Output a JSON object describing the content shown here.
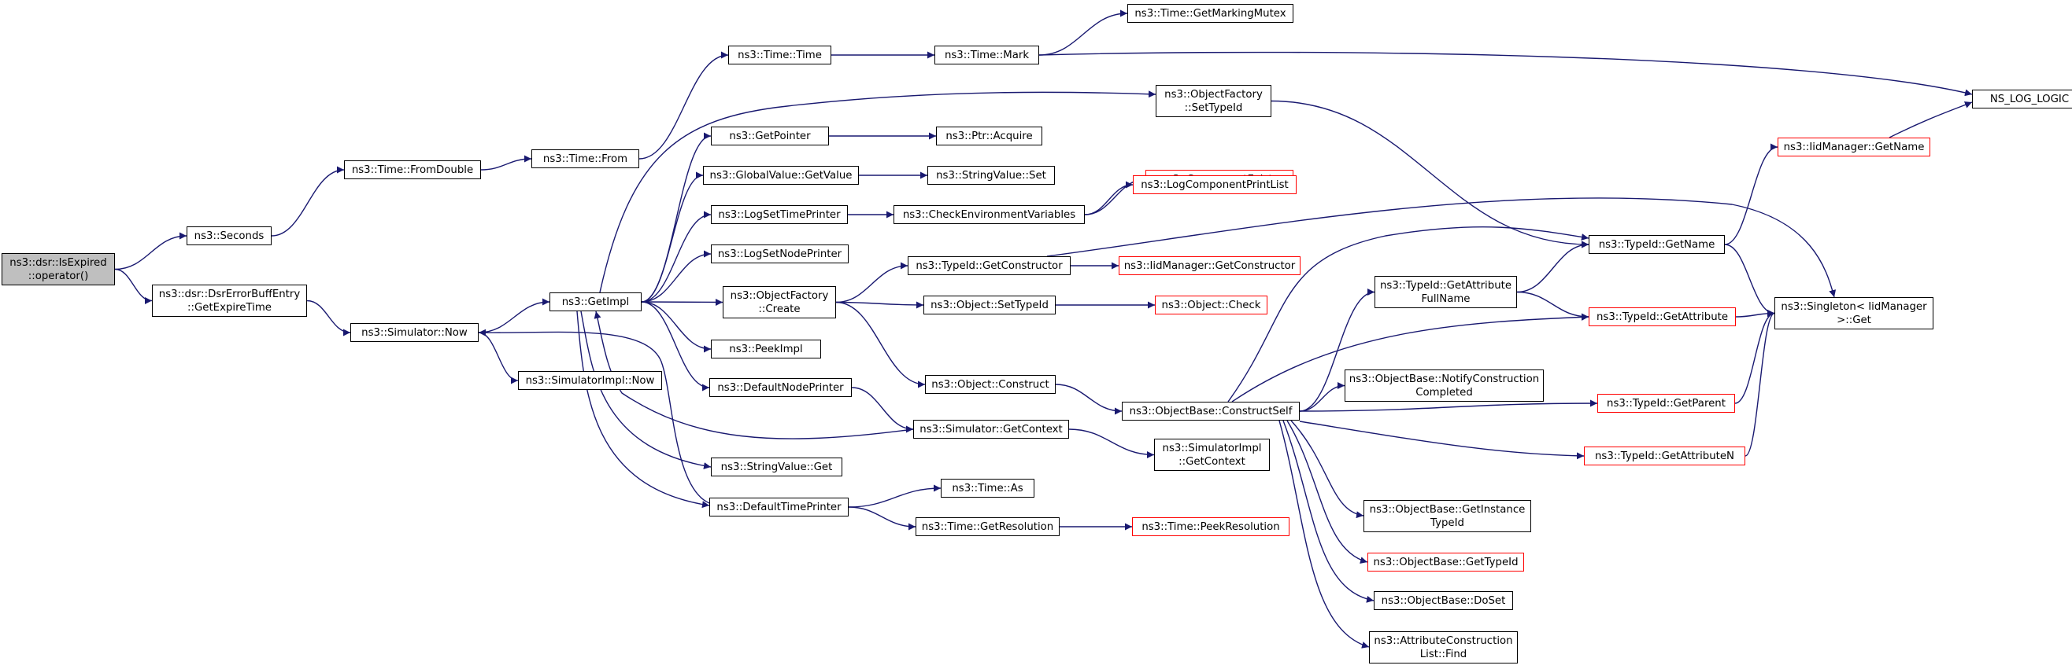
{
  "colors": {
    "edge": "#191970",
    "node_border": "#000000",
    "node_border_truncated": "#ff0000",
    "root_fill": "#bfbfbf"
  },
  "nodes": {
    "n0": {
      "lines": [
        "ns3::dsr::IsExpired",
        "::operator()"
      ],
      "style": "root"
    },
    "n1": {
      "lines": [
        "ns3::Seconds"
      ]
    },
    "n2": {
      "lines": [
        "ns3::dsr::DsrErrorBuffEntry",
        "::GetExpireTime"
      ]
    },
    "n3": {
      "lines": [
        "ns3::Time::FromDouble"
      ]
    },
    "n4": {
      "lines": [
        "ns3::Time::From"
      ]
    },
    "n5": {
      "lines": [
        "ns3::Time::Time"
      ]
    },
    "n6": {
      "lines": [
        "ns3::Time::Mark"
      ]
    },
    "n7": {
      "lines": [
        "ns3::Time::GetMarkingMutex"
      ]
    },
    "n8": {
      "lines": [
        "NS_LOG_LOGIC"
      ]
    },
    "n9": {
      "lines": [
        "ns3::Simulator::Now"
      ]
    },
    "n10": {
      "lines": [
        "ns3::SimulatorImpl::Now"
      ]
    },
    "n11": {
      "lines": [
        "ns3::GetImpl"
      ]
    },
    "n12": {
      "lines": [
        "ns3::ObjectFactory",
        "::SetTypeId"
      ]
    },
    "n13": {
      "lines": [
        "ns3::GetPointer"
      ]
    },
    "n14": {
      "lines": [
        "ns3::Ptr::Acquire"
      ]
    },
    "n15": {
      "lines": [
        "ns3::GlobalValue::GetValue"
      ]
    },
    "n16": {
      "lines": [
        "ns3::StringValue::Set"
      ]
    },
    "n17": {
      "lines": [
        "ns3::LogSetTimePrinter"
      ]
    },
    "n18": {
      "lines": [
        "ns3::CheckEnvironmentVariables"
      ]
    },
    "n19": {
      "lines": [
        "ns3::ComponentExists"
      ],
      "style": "red"
    },
    "n20": {
      "lines": [
        "ns3::LogComponentPrintList"
      ],
      "style": "red"
    },
    "n21": {
      "lines": [
        "ns3::LogSetNodePrinter"
      ]
    },
    "n22": {
      "lines": [
        "ns3::ObjectFactory",
        "::Create"
      ]
    },
    "n23": {
      "lines": [
        "ns3::TypeId::GetConstructor"
      ]
    },
    "n24": {
      "lines": [
        "ns3::IidManager::GetConstructor"
      ],
      "style": "red"
    },
    "n25": {
      "lines": [
        "ns3::Object::SetTypeId"
      ]
    },
    "n26": {
      "lines": [
        "ns3::Object::Check"
      ],
      "style": "red"
    },
    "n27": {
      "lines": [
        "ns3::PeekImpl"
      ]
    },
    "n28": {
      "lines": [
        "ns3::DefaultNodePrinter"
      ]
    },
    "n29": {
      "lines": [
        "ns3::Object::Construct"
      ]
    },
    "n30": {
      "lines": [
        "ns3::Simulator::GetContext"
      ]
    },
    "n31": {
      "lines": [
        "ns3::SimulatorImpl",
        "::GetContext"
      ]
    },
    "n32": {
      "lines": [
        "ns3::StringValue::Get"
      ]
    },
    "n33": {
      "lines": [
        "ns3::DefaultTimePrinter"
      ]
    },
    "n34": {
      "lines": [
        "ns3::Time::As"
      ]
    },
    "n35": {
      "lines": [
        "ns3::Time::GetResolution"
      ]
    },
    "n36": {
      "lines": [
        "ns3::Time::PeekResolution"
      ],
      "style": "red"
    },
    "n37": {
      "lines": [
        "ns3::ObjectBase::ConstructSelf"
      ]
    },
    "n38": {
      "lines": [
        "ns3::TypeId::GetAttribute",
        "FullName"
      ]
    },
    "n39": {
      "lines": [
        "ns3::TypeId::GetName"
      ]
    },
    "n40": {
      "lines": [
        "ns3::IidManager::GetName"
      ],
      "style": "red"
    },
    "n41": {
      "lines": [
        "ns3::Singleton< IidManager",
        " >::Get"
      ]
    },
    "n42": {
      "lines": [
        "ns3::TypeId::GetAttribute"
      ],
      "style": "red"
    },
    "n43": {
      "lines": [
        "ns3::ObjectBase::NotifyConstruction",
        "Completed"
      ]
    },
    "n44": {
      "lines": [
        "ns3::TypeId::GetParent"
      ],
      "style": "red"
    },
    "n45": {
      "lines": [
        "ns3::TypeId::GetAttributeN"
      ],
      "style": "red"
    },
    "n46": {
      "lines": [
        "ns3::ObjectBase::GetInstance",
        "TypeId"
      ]
    },
    "n47": {
      "lines": [
        "ns3::ObjectBase::GetTypeId"
      ],
      "style": "red"
    },
    "n48": {
      "lines": [
        "ns3::ObjectBase::DoSet"
      ]
    },
    "n49": {
      "lines": [
        "ns3::AttributeConstruction",
        "List::Find"
      ]
    }
  },
  "edges": [
    [
      "n0",
      "n1"
    ],
    [
      "n0",
      "n2"
    ],
    [
      "n1",
      "n3"
    ],
    [
      "n3",
      "n4"
    ],
    [
      "n4",
      "n5"
    ],
    [
      "n5",
      "n6"
    ],
    [
      "n6",
      "n7"
    ],
    [
      "n6",
      "n8"
    ],
    [
      "n2",
      "n9"
    ],
    [
      "n9",
      "n10"
    ],
    [
      "n9",
      "n11"
    ],
    [
      "n11",
      "n12"
    ],
    [
      "n11",
      "n13"
    ],
    [
      "n11",
      "n15"
    ],
    [
      "n11",
      "n17"
    ],
    [
      "n11",
      "n21"
    ],
    [
      "n11",
      "n22"
    ],
    [
      "n11",
      "n27"
    ],
    [
      "n11",
      "n28"
    ],
    [
      "n11",
      "n32"
    ],
    [
      "n11",
      "n33"
    ],
    [
      "n12",
      "n39"
    ],
    [
      "n13",
      "n14"
    ],
    [
      "n15",
      "n16"
    ],
    [
      "n17",
      "n18"
    ],
    [
      "n18",
      "n19"
    ],
    [
      "n18",
      "n20"
    ],
    [
      "n22",
      "n23"
    ],
    [
      "n22",
      "n25"
    ],
    [
      "n22",
      "n29"
    ],
    [
      "n23",
      "n24"
    ],
    [
      "n23",
      "n41"
    ],
    [
      "n25",
      "n26"
    ],
    [
      "n28",
      "n30"
    ],
    [
      "n30",
      "n11"
    ],
    [
      "n30",
      "n31"
    ],
    [
      "n33",
      "n9"
    ],
    [
      "n33",
      "n34"
    ],
    [
      "n33",
      "n35"
    ],
    [
      "n35",
      "n36"
    ],
    [
      "n29",
      "n37"
    ],
    [
      "n37",
      "n38"
    ],
    [
      "n37",
      "n39"
    ],
    [
      "n37",
      "n42"
    ],
    [
      "n37",
      "n43"
    ],
    [
      "n37",
      "n44"
    ],
    [
      "n37",
      "n45"
    ],
    [
      "n37",
      "n46"
    ],
    [
      "n37",
      "n47"
    ],
    [
      "n37",
      "n48"
    ],
    [
      "n37",
      "n49"
    ],
    [
      "n38",
      "n39"
    ],
    [
      "n38",
      "n42"
    ],
    [
      "n39",
      "n40"
    ],
    [
      "n39",
      "n41"
    ],
    [
      "n40",
      "n8"
    ],
    [
      "n42",
      "n41"
    ],
    [
      "n44",
      "n41"
    ],
    [
      "n45",
      "n41"
    ]
  ]
}
